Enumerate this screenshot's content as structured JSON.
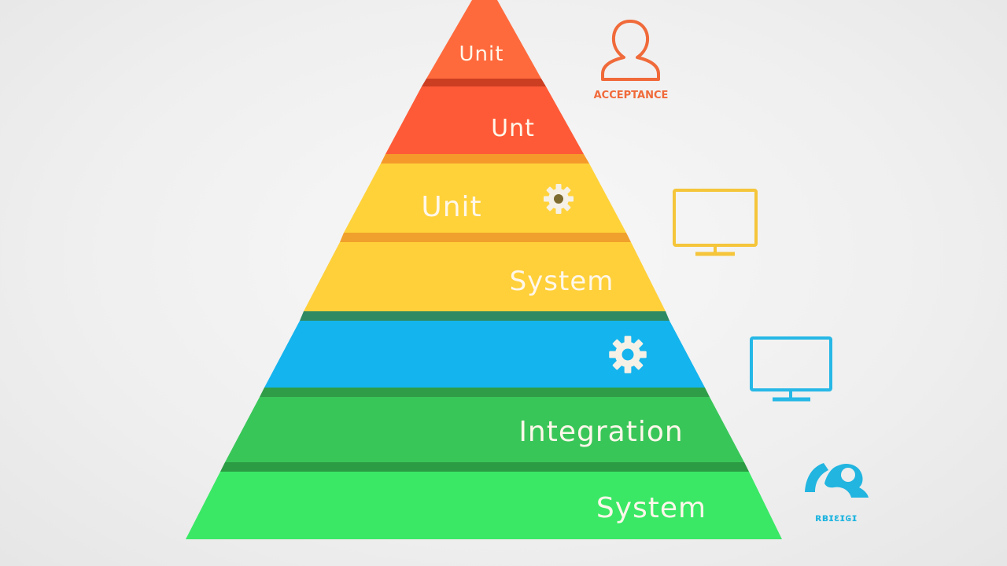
{
  "diagram": {
    "tiers": [
      {
        "label": "Unit",
        "color": "#ff6a3d"
      },
      {
        "label": "Unt",
        "color": "#ff5a37"
      },
      {
        "label": "Unit",
        "color": "#ffd23a"
      },
      {
        "label": "System",
        "color": "#ffd03a"
      },
      {
        "label": "",
        "color": "#14b4ee"
      },
      {
        "label": "Integration",
        "color": "#39c659"
      },
      {
        "label": "System",
        "color": "#3ae866"
      }
    ],
    "separator_colors": [
      "#cc3e22",
      "#f59a2a",
      "#f0a02c",
      "#2d8a63",
      "#2f9d47",
      "#2b9b44"
    ],
    "gear_icons": [
      "gear-icon",
      "gear-icon"
    ],
    "side_items": [
      {
        "icon": "person-icon",
        "label": "ACCEPTANCE",
        "color": "#f06a3a"
      },
      {
        "icon": "monitor-icon",
        "label": "",
        "color": "#f5c53a"
      },
      {
        "icon": "monitor-icon",
        "label": "",
        "color": "#26b8e6"
      },
      {
        "icon": "group-icon",
        "label": "ʀʙɪɛɪɢɪ",
        "color": "#21b5e0"
      }
    ]
  }
}
